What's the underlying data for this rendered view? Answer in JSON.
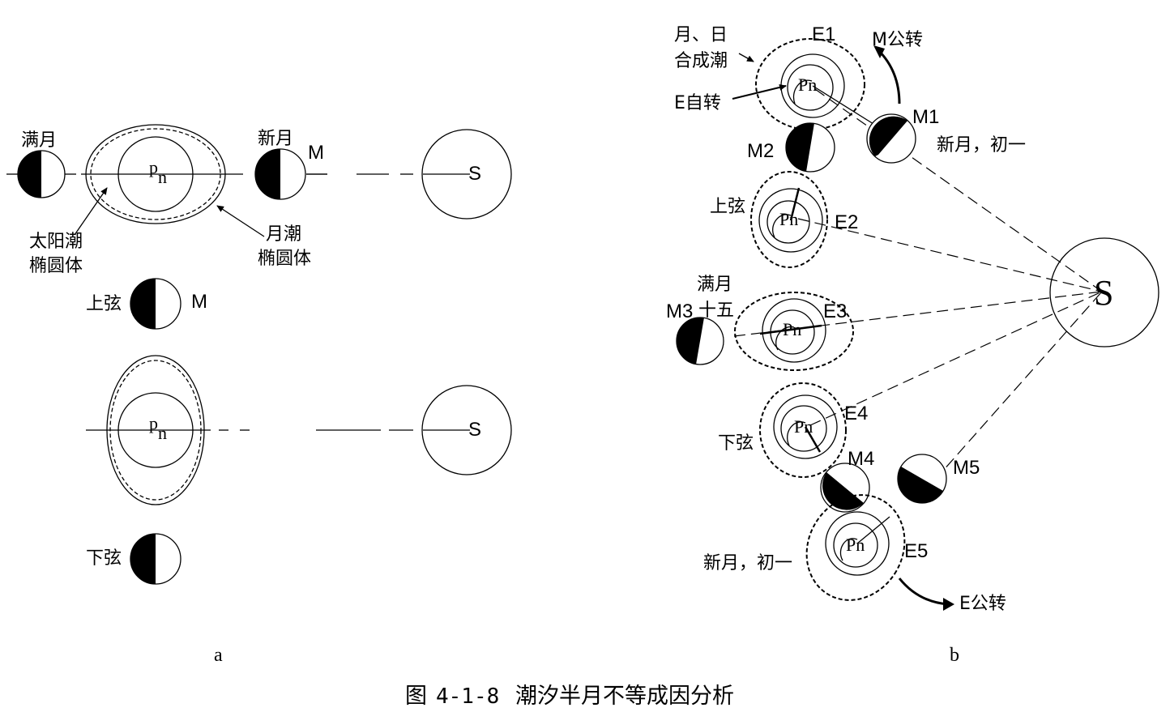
{
  "panel_a": {
    "full_moon": "满月",
    "new_moon": "新月",
    "moon": "M",
    "sun": "S",
    "earth_label": "p",
    "earth_label_sub": "n",
    "solar_tide_ellipsoid_l1": "太阳潮",
    "solar_tide_ellipsoid_l2": "椭圆体",
    "lunar_tide_ellipsoid_l1": "月潮",
    "lunar_tide_ellipsoid_l2": "椭圆体",
    "first_quarter": "上弦",
    "moon_2": "M",
    "earth_label_2": "p",
    "earth_label_2_sub": "n",
    "sun_2": "S",
    "last_quarter": "下弦",
    "sublabel": "a"
  },
  "panel_b": {
    "combined_tide_l1": "月、日",
    "combined_tide_l2": "合成潮",
    "e1": "E1",
    "m_revolution": "M公转",
    "e_rotation": "E自转",
    "m1": "M1",
    "new_moon_first": "新月，初一",
    "m2": "M2",
    "first_quarter": "上弦",
    "e2": "E2",
    "full_moon": "满月",
    "m3": "M3",
    "fifteenth": "十五",
    "e3": "E3",
    "sun": "S",
    "last_quarter": "下弦",
    "e4": "E4",
    "m4": "M4",
    "m5": "M5",
    "new_moon_first_2": "新月，初一",
    "e5": "E5",
    "e_revolution": "E公转",
    "pn": "Pn",
    "sublabel": "b"
  },
  "caption": {
    "prefix": "图",
    "number": "4-1-8",
    "title": "潮汐半月不等成因分析"
  }
}
